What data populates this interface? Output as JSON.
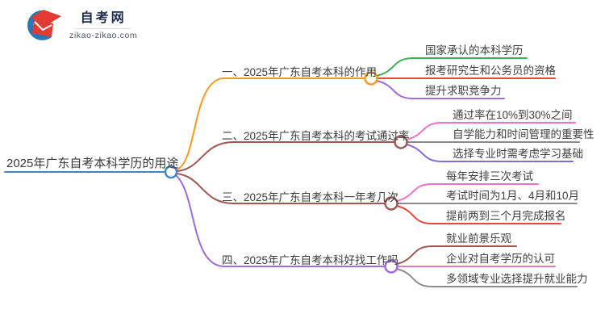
{
  "logo": {
    "title": "自考网",
    "domain": "zikao-zikao.com"
  },
  "palette": {
    "root_blue": "#3e86c6",
    "branch1_orange": "#f59a23",
    "branch2_maroon": "#9c5a50",
    "branch3_maroon": "#9c5a50",
    "branch4_purple": "#9c6cdb",
    "leaf_green": "#3faf54",
    "leaf_red": "#e7473d",
    "leaf_pink": "#ee72c6",
    "leaf_violet": "#8668d8",
    "leaf_gray": "#8c8c8c",
    "text": "#3e3e3e",
    "logo_blue": "#2878b8",
    "logo_red": "#e23c32",
    "logo_navy": "#1b2b4d"
  },
  "mindmap": {
    "root": {
      "label": "2025年广东自考本科学历的用途"
    },
    "branches": [
      {
        "label": "一、2025年广东自考本科的作用",
        "children": [
          "国家承认的本科学历",
          "报考研究生和公务员的资格",
          "提升求职竞争力"
        ]
      },
      {
        "label": "二、2025年广东自考本科的考试通过率",
        "children": [
          "通过率在10%到30%之间",
          "自学能力和时间管理的重要性",
          "选择专业时需考虑学习基础"
        ]
      },
      {
        "label": "三、2025年广东自考本科一年考几次",
        "children": [
          "每年安排三次考试",
          "考试时间为1月、4月和10月",
          "提前两到三个月完成报名"
        ]
      },
      {
        "label": "四、2025年广东自考本科好找工作吗",
        "children": [
          "就业前景乐观",
          "企业对自考学历的认可",
          "多领域专业选择提升就业能力"
        ]
      }
    ]
  }
}
